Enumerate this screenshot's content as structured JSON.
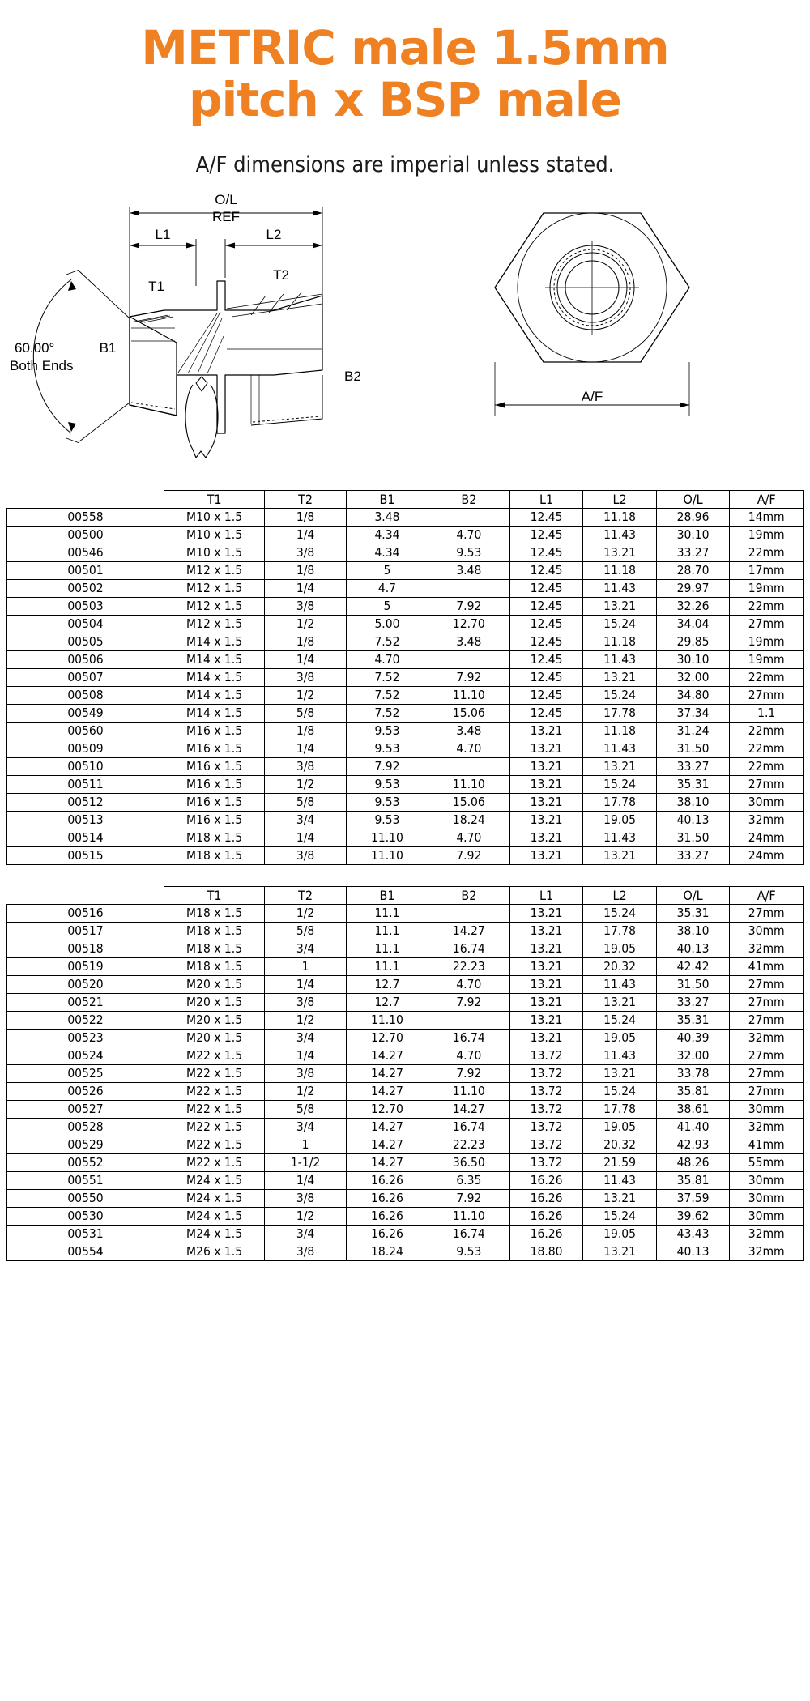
{
  "header": {
    "title_line1": "METRIC male 1.5mm",
    "title_line2": "pitch x BSP male",
    "subtitle": "A/F dimensions are imperial unless stated.",
    "accent_color": "#ef8123"
  },
  "drawing_left": {
    "labels": {
      "ol": "O/L",
      "ref": "REF",
      "l1": "L1",
      "l2": "L2",
      "t1": "T1",
      "t2": "T2",
      "b1": "B1",
      "b2": "B2",
      "angle": "60.00°",
      "angle_note": "Both Ends"
    }
  },
  "drawing_right": {
    "labels": {
      "af": "A/F"
    }
  },
  "table1": {
    "columns": [
      "",
      "T1",
      "T2",
      "B1",
      "B2",
      "L1",
      "L2",
      "O/L",
      "A/F"
    ],
    "rows": [
      [
        "00558",
        "M10 x 1.5",
        "1/8",
        "3.48",
        "",
        "12.45",
        "11.18",
        "28.96",
        "14mm"
      ],
      [
        "00500",
        "M10 x 1.5",
        "1/4",
        "4.34",
        "4.70",
        "12.45",
        "11.43",
        "30.10",
        "19mm"
      ],
      [
        "00546",
        "M10 x 1.5",
        "3/8",
        "4.34",
        "9.53",
        "12.45",
        "13.21",
        "33.27",
        "22mm"
      ],
      [
        "00501",
        "M12 x 1.5",
        "1/8",
        "5",
        "3.48",
        "12.45",
        "11.18",
        "28.70",
        "17mm"
      ],
      [
        "00502",
        "M12 x 1.5",
        "1/4",
        "4.7",
        "",
        "12.45",
        "11.43",
        "29.97",
        "19mm"
      ],
      [
        "00503",
        "M12 x 1.5",
        "3/8",
        "5",
        "7.92",
        "12.45",
        "13.21",
        "32.26",
        "22mm"
      ],
      [
        "00504",
        "M12 x 1.5",
        "1/2",
        "5.00",
        "12.70",
        "12.45",
        "15.24",
        "34.04",
        "27mm"
      ],
      [
        "00505",
        "M14 x 1.5",
        "1/8",
        "7.52",
        "3.48",
        "12.45",
        "11.18",
        "29.85",
        "19mm"
      ],
      [
        "00506",
        "M14 x 1.5",
        "1/4",
        "4.70",
        "",
        "12.45",
        "11.43",
        "30.10",
        "19mm"
      ],
      [
        "00507",
        "M14 x 1.5",
        "3/8",
        "7.52",
        "7.92",
        "12.45",
        "13.21",
        "32.00",
        "22mm"
      ],
      [
        "00508",
        "M14 x 1.5",
        "1/2",
        "7.52",
        "11.10",
        "12.45",
        "15.24",
        "34.80",
        "27mm"
      ],
      [
        "00549",
        "M14 x 1.5",
        "5/8",
        "7.52",
        "15.06",
        "12.45",
        "17.78",
        "37.34",
        "1.1"
      ],
      [
        "00560",
        "M16 x 1.5",
        "1/8",
        "9.53",
        "3.48",
        "13.21",
        "11.18",
        "31.24",
        "22mm"
      ],
      [
        "00509",
        "M16 x 1.5",
        "1/4",
        "9.53",
        "4.70",
        "13.21",
        "11.43",
        "31.50",
        "22mm"
      ],
      [
        "00510",
        "M16 x 1.5",
        "3/8",
        "7.92",
        "",
        "13.21",
        "13.21",
        "33.27",
        "22mm"
      ],
      [
        "00511",
        "M16 x 1.5",
        "1/2",
        "9.53",
        "11.10",
        "13.21",
        "15.24",
        "35.31",
        "27mm"
      ],
      [
        "00512",
        "M16 x 1.5",
        "5/8",
        "9.53",
        "15.06",
        "13.21",
        "17.78",
        "38.10",
        "30mm"
      ],
      [
        "00513",
        "M16 x 1.5",
        "3/4",
        "9.53",
        "18.24",
        "13.21",
        "19.05",
        "40.13",
        "32mm"
      ],
      [
        "00514",
        "M18 x 1.5",
        "1/4",
        "11.10",
        "4.70",
        "13.21",
        "11.43",
        "31.50",
        "24mm"
      ],
      [
        "00515",
        "M18 x 1.5",
        "3/8",
        "11.10",
        "7.92",
        "13.21",
        "13.21",
        "33.27",
        "24mm"
      ]
    ]
  },
  "table2": {
    "columns": [
      "",
      "T1",
      "T2",
      "B1",
      "B2",
      "L1",
      "L2",
      "O/L",
      "A/F"
    ],
    "rows": [
      [
        "00516",
        "M18 x 1.5",
        "1/2",
        "11.1",
        "",
        "13.21",
        "15.24",
        "35.31",
        "27mm"
      ],
      [
        "00517",
        "M18 x 1.5",
        "5/8",
        "11.1",
        "14.27",
        "13.21",
        "17.78",
        "38.10",
        "30mm"
      ],
      [
        "00518",
        "M18 x 1.5",
        "3/4",
        "11.1",
        "16.74",
        "13.21",
        "19.05",
        "40.13",
        "32mm"
      ],
      [
        "00519",
        "M18 x 1.5",
        "1",
        "11.1",
        "22.23",
        "13.21",
        "20.32",
        "42.42",
        "41mm"
      ],
      [
        "00520",
        "M20 x 1.5",
        "1/4",
        "12.7",
        "4.70",
        "13.21",
        "11.43",
        "31.50",
        "27mm"
      ],
      [
        "00521",
        "M20 x 1.5",
        "3/8",
        "12.7",
        "7.92",
        "13.21",
        "13.21",
        "33.27",
        "27mm"
      ],
      [
        "00522",
        "M20 x 1.5",
        "1/2",
        "11.10",
        "",
        "13.21",
        "15.24",
        "35.31",
        "27mm"
      ],
      [
        "00523",
        "M20 x 1.5",
        "3/4",
        "12.70",
        "16.74",
        "13.21",
        "19.05",
        "40.39",
        "32mm"
      ],
      [
        "00524",
        "M22 x 1.5",
        "1/4",
        "14.27",
        "4.70",
        "13.72",
        "11.43",
        "32.00",
        "27mm"
      ],
      [
        "00525",
        "M22 x 1.5",
        "3/8",
        "14.27",
        "7.92",
        "13.72",
        "13.21",
        "33.78",
        "27mm"
      ],
      [
        "00526",
        "M22 x 1.5",
        "1/2",
        "14.27",
        "11.10",
        "13.72",
        "15.24",
        "35.81",
        "27mm"
      ],
      [
        "00527",
        "M22 x 1.5",
        "5/8",
        "12.70",
        "14.27",
        "13.72",
        "17.78",
        "38.61",
        "30mm"
      ],
      [
        "00528",
        "M22 x 1.5",
        "3/4",
        "14.27",
        "16.74",
        "13.72",
        "19.05",
        "41.40",
        "32mm"
      ],
      [
        "00529",
        "M22 x 1.5",
        "1",
        "14.27",
        "22.23",
        "13.72",
        "20.32",
        "42.93",
        "41mm"
      ],
      [
        "00552",
        "M22 x 1.5",
        "1-1/2",
        "14.27",
        "36.50",
        "13.72",
        "21.59",
        "48.26",
        "55mm"
      ],
      [
        "00551",
        "M24 x 1.5",
        "1/4",
        "16.26",
        "6.35",
        "16.26",
        "11.43",
        "35.81",
        "30mm"
      ],
      [
        "00550",
        "M24 x 1.5",
        "3/8",
        "16.26",
        "7.92",
        "16.26",
        "13.21",
        "37.59",
        "30mm"
      ],
      [
        "00530",
        "M24 x 1.5",
        "1/2",
        "16.26",
        "11.10",
        "16.26",
        "15.24",
        "39.62",
        "30mm"
      ],
      [
        "00531",
        "M24 x 1.5",
        "3/4",
        "16.26",
        "16.74",
        "16.26",
        "19.05",
        "43.43",
        "32mm"
      ],
      [
        "00554",
        "M26 x 1.5",
        "3/8",
        "18.24",
        "9.53",
        "18.80",
        "13.21",
        "40.13",
        "32mm"
      ]
    ]
  }
}
